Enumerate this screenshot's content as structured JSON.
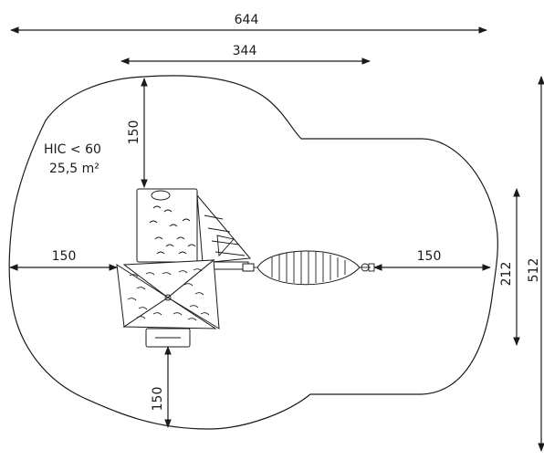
{
  "dimensions": {
    "total_width": "644",
    "structure_width": "344",
    "clearance_top": "150",
    "clearance_left": "150",
    "clearance_right": "150",
    "clearance_bottom": "150",
    "structure_depth": "212",
    "total_depth": "512"
  },
  "notes": {
    "hic": "HIC < 60",
    "area": "25,5 m²"
  },
  "colors": {
    "line": "#1a1a1a",
    "background": "#ffffff"
  }
}
